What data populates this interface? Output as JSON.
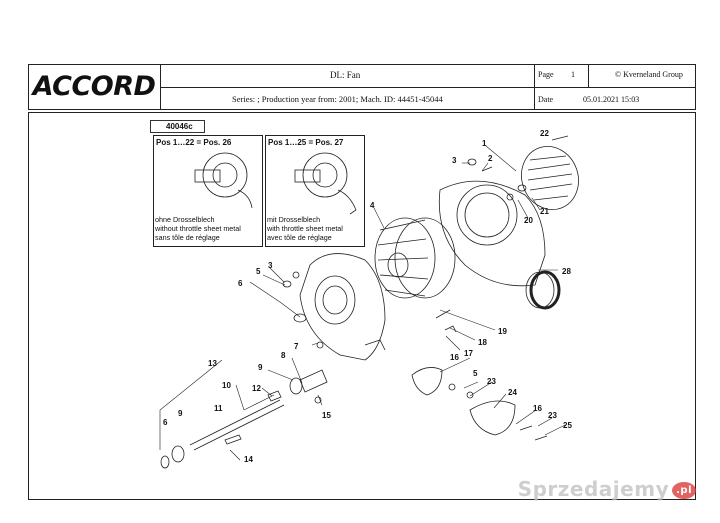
{
  "header": {
    "logo_text": "ACCORD",
    "title": "DL: Fan",
    "series_line": "Series: ; Production year from: 2001; Mach. ID: 44451-45044",
    "page_label": "Page",
    "page_number": "1",
    "copyright": "© Kverneland Group",
    "date_label": "Date",
    "date_value": "05.01.2021  15:03"
  },
  "drawing": {
    "drawing_id": "40046c",
    "variant_a": {
      "title": "Pos 1…22 = Pos. 26",
      "lines": [
        "ohne Drosselblech",
        "without throttle sheet metal",
        "sans tôle de réglage"
      ]
    },
    "variant_b": {
      "title": "Pos 1…25 = Pos. 27",
      "lines": [
        "mit Drosselblech",
        "with throttle sheet metal",
        "avec tôle de réglage"
      ]
    },
    "part_numbers": [
      "1",
      "2",
      "3",
      "4",
      "5",
      "6",
      "7",
      "8",
      "9",
      "10",
      "11",
      "12",
      "13",
      "14",
      "15",
      "16",
      "17",
      "18",
      "19",
      "20",
      "21",
      "22",
      "23",
      "24",
      "25",
      "28",
      "3",
      "5",
      "6",
      "9",
      "16",
      "23"
    ]
  },
  "watermark": {
    "text": "Sprzedajemy",
    "badge": ".pl"
  }
}
